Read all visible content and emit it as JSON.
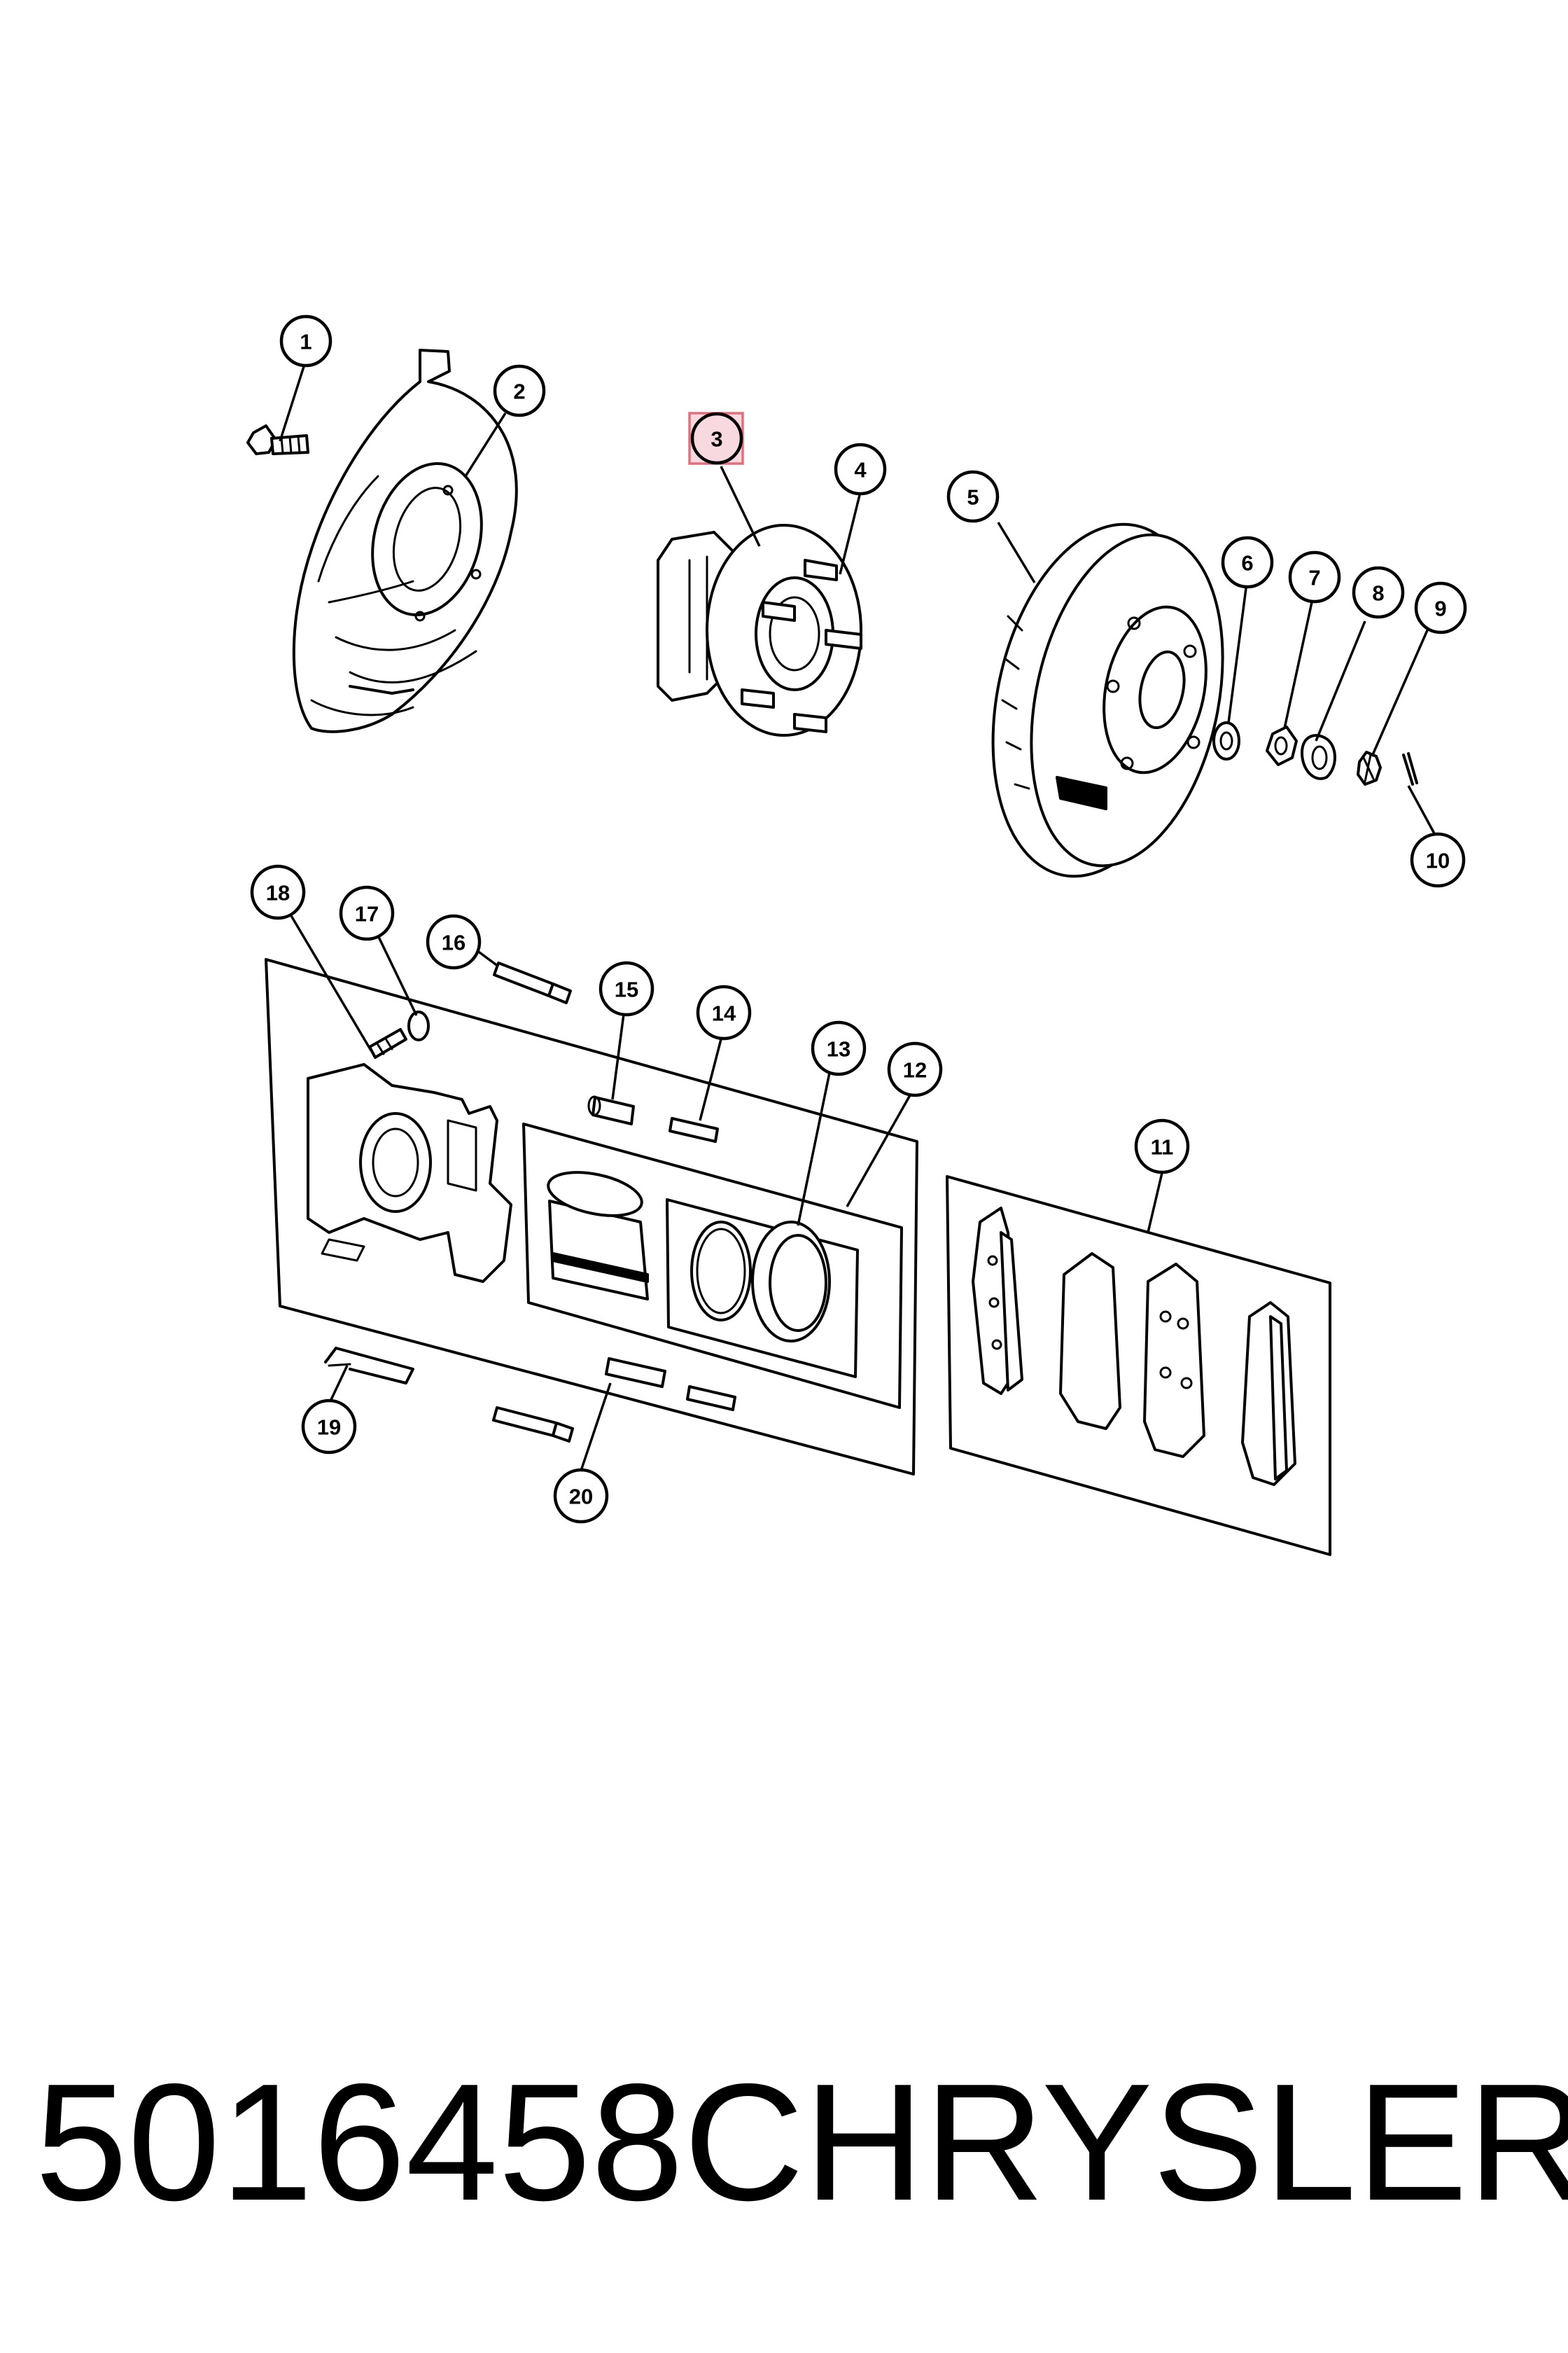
{
  "callouts": [
    {
      "id": "1",
      "label": "1"
    },
    {
      "id": "2",
      "label": "2"
    },
    {
      "id": "3",
      "label": "3",
      "highlighted": true
    },
    {
      "id": "4",
      "label": "4"
    },
    {
      "id": "5",
      "label": "5"
    },
    {
      "id": "6",
      "label": "6"
    },
    {
      "id": "7",
      "label": "7"
    },
    {
      "id": "8",
      "label": "8"
    },
    {
      "id": "9",
      "label": "9"
    },
    {
      "id": "10",
      "label": "10"
    },
    {
      "id": "11",
      "label": "11"
    },
    {
      "id": "12",
      "label": "12"
    },
    {
      "id": "13",
      "label": "13"
    },
    {
      "id": "14",
      "label": "14"
    },
    {
      "id": "15",
      "label": "15"
    },
    {
      "id": "16",
      "label": "16"
    },
    {
      "id": "17",
      "label": "17"
    },
    {
      "id": "18",
      "label": "18"
    },
    {
      "id": "19",
      "label": "19"
    },
    {
      "id": "20",
      "label": "20"
    }
  ],
  "highlight_color": "#f8d9e0",
  "caption": {
    "part_number": "5016458",
    "brand": "CHRYSLER"
  }
}
